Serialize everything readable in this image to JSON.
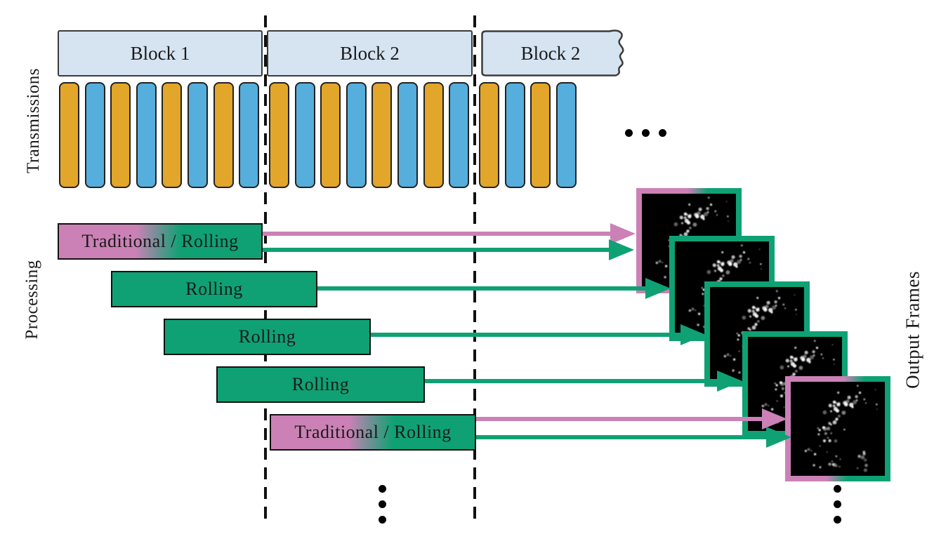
{
  "figure": {
    "axis_labels": {
      "transmissions": "Transmissions",
      "processing": "Processing",
      "output_frames": "Output Frames"
    },
    "blocks": [
      {
        "label": "Block 1"
      },
      {
        "label": "Block 2"
      },
      {
        "label": "Block 2",
        "torn_edge": true
      }
    ],
    "transmissions": {
      "groups": [
        {
          "bars": [
            "orange",
            "blue",
            "orange",
            "blue",
            "orange",
            "blue",
            "orange",
            "blue"
          ]
        },
        {
          "bars": [
            "orange",
            "blue",
            "orange",
            "blue",
            "orange",
            "blue",
            "orange",
            "blue"
          ]
        },
        {
          "bars": [
            "orange",
            "blue",
            "orange",
            "blue"
          ]
        }
      ]
    },
    "processing": {
      "bars": [
        {
          "label": "Traditional / Rolling",
          "type": "traditional-rolling",
          "arrows": [
            "pink",
            "green"
          ]
        },
        {
          "label": "Rolling",
          "type": "rolling",
          "arrows": [
            "green"
          ]
        },
        {
          "label": "Rolling",
          "type": "rolling",
          "arrows": [
            "green"
          ]
        },
        {
          "label": "Rolling",
          "type": "rolling",
          "arrows": [
            "green"
          ]
        },
        {
          "label": "Traditional / Rolling",
          "type": "traditional-rolling",
          "arrows": [
            "pink",
            "green"
          ]
        }
      ]
    },
    "output_frames": {
      "count": 5,
      "content": "ultrasound speckle image"
    },
    "continuation_marks": {
      "after_blocks": "...",
      "below_processing": "...",
      "below_frames": "..."
    },
    "colors": {
      "transmit_orange": "#E2A62B",
      "transmit_blue": "#55AEDC",
      "block_fill": "#D6E4F2",
      "traditional_pink": "#CB81B6",
      "rolling_green": "#0FA173",
      "outline": "#1a1a1a"
    }
  }
}
